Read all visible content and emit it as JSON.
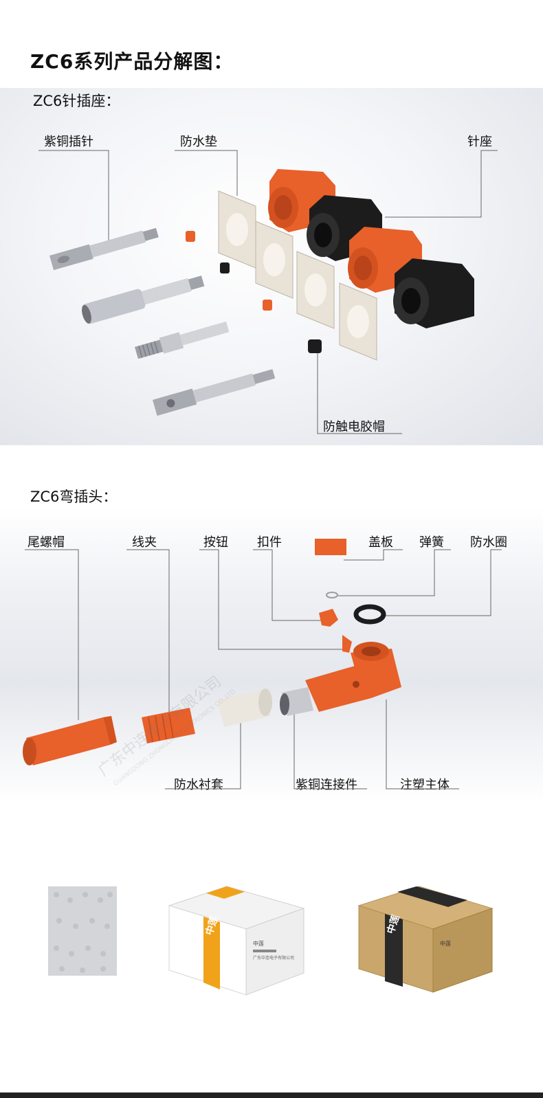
{
  "heading": "ZC6系列产品分解图：",
  "socket": {
    "title": "ZC6针插座：",
    "labels": {
      "pin": "紫铜插针",
      "gasket": "防水垫",
      "base": "针座",
      "cap": "防触电胶帽"
    }
  },
  "plug": {
    "title": "ZC6弯插头：",
    "labels": {
      "tail_cap": "尾螺帽",
      "clamp": "线夹",
      "button": "按钮",
      "buckle": "扣件",
      "cover": "盖板",
      "spring": "弹簧",
      "seal_ring": "防水圈",
      "liner": "防水衬套",
      "connector": "紫铜连接件",
      "body": "注塑主体"
    },
    "watermark": "广东中连电子有限公司",
    "watermark_en": "GUANGDONG ZHONGLIAN ELECTRONICS CO.,LTD"
  },
  "packaging": {
    "brand": "中莲",
    "small_text": "中莲",
    "box_caption": "广东中连电子有限公司"
  },
  "colors": {
    "orange": "#e8602a",
    "black": "#1c1c1c",
    "metal": "#b9bcc2",
    "gasket": "#e9e2d6",
    "kraft": "#c9a66b"
  }
}
